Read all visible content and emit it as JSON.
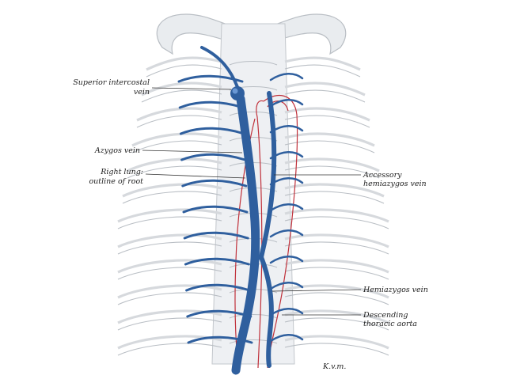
{
  "colors": {
    "vein": "#2f5f9e",
    "vein_light": "#5b8ccd",
    "aorta": "#c0303a",
    "bone": "#eceef1",
    "bone_line": "#b9bec4",
    "label": "#222222"
  },
  "labels": {
    "superior_intercostal_line1": "Superior intercostal",
    "superior_intercostal_line2": "vein",
    "azygos": "Azygos vein",
    "right_lung_line1": "Right lung:",
    "right_lung_line2": "outline of root",
    "accessory_line1": "Accessory",
    "accessory_line2": "hemiazygos vein",
    "hemiazygos": "Hemiazygos vein",
    "descending_line1": "Descending",
    "descending_line2": "thoracic aorta",
    "signature": "K.v.m."
  }
}
